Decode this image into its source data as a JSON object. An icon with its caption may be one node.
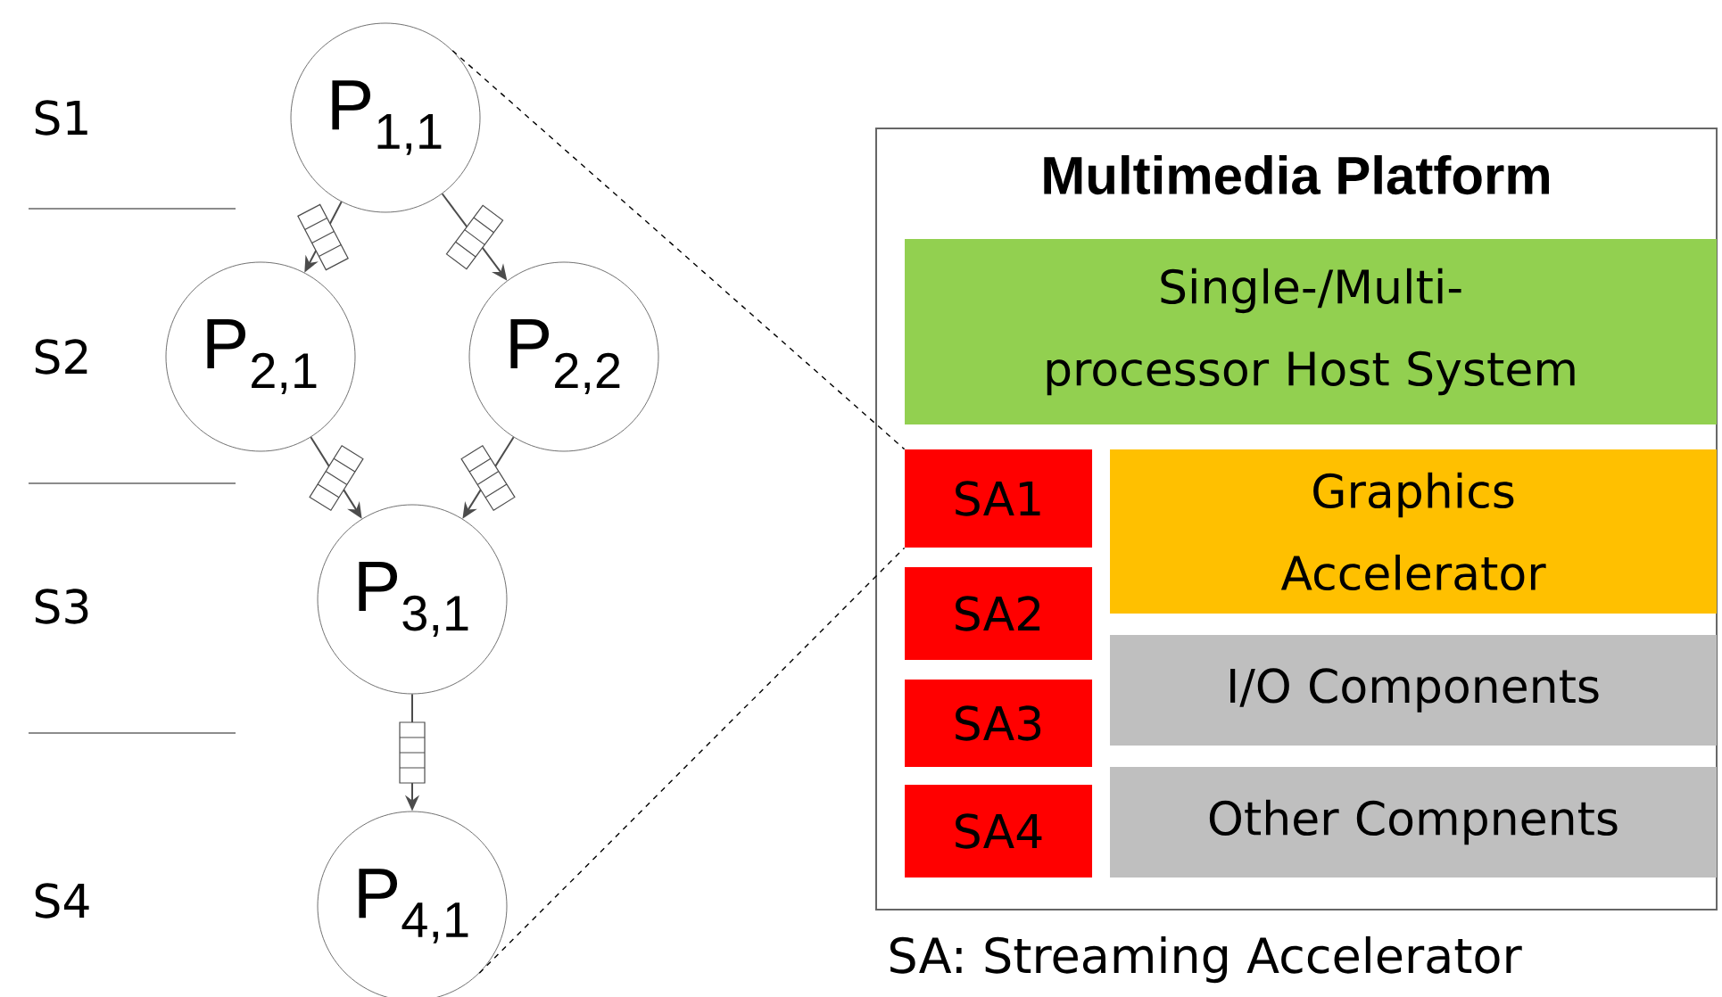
{
  "diagram": {
    "nodes": [
      {
        "text": [
          "P$_{1,1}$"
        ]
      },
      {
        "text": [
          "P$_{2,1}$"
        ]
      },
      {
        "text": [
          "P$_{2,2}$"
        ]
      },
      {
        "text": [
          "P$_{3,1}$"
        ]
      },
      {
        "text": [
          "P$_{4,1}$"
        ]
      },
      {
        "text": [
          "Multimedia Platform"
        ]
      },
      {
        "text": [
          "Single-/Multi-processor Host System"
        ],
        "in": 5
      },
      {
        "text": [
          "SA1"
        ],
        "in": 5
      },
      {
        "text": [
          "Graphics Accelerator"
        ],
        "in": 5
      },
      {
        "text": [
          "SA2"
        ],
        "in": 5
      },
      {
        "text": [
          "I/O Components"
        ],
        "in": 5
      },
      {
        "text": [
          "SA3"
        ],
        "in": 5
      },
      {
        "text": [
          "SA4"
        ],
        "in": 5
      },
      {
        "text": [
          "Other Compnents"
        ],
        "in": 5
      }
    ],
    "edges": [
      {
        "from": 0,
        "to": 1,
        "arrow": "to"
      },
      {
        "from": 0,
        "to": 2,
        "arrow": "to"
      },
      {
        "from": 1,
        "to": 3,
        "arrow": "to"
      },
      {
        "from": 2,
        "to": 3,
        "arrow": "to"
      },
      {
        "from": 3,
        "to": 4,
        "arrow": "to"
      },
      {
        "from": 0,
        "to": 7,
        "arrow": "none",
        "style": "dashed"
      },
      {
        "from": 4,
        "to": 7,
        "arrow": "none",
        "style": "dashed"
      }
    ],
    "labels": [
      "S1",
      "S2",
      "S3",
      "S4",
      "SA: Streaming Accelerator"
    ]
  }
}
